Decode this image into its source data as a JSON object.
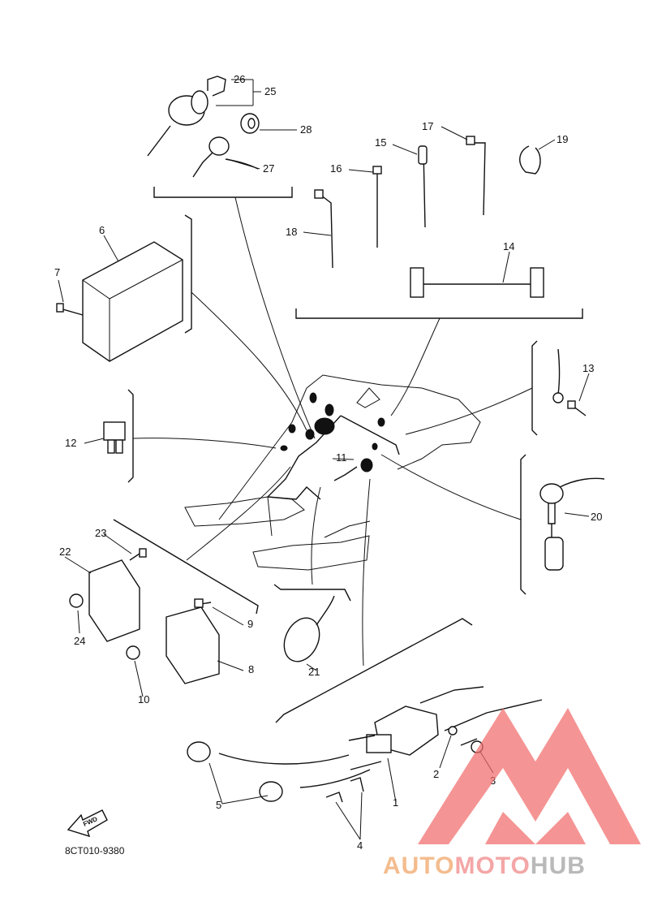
{
  "diagram": {
    "callouts": [
      "1",
      "2",
      "3",
      "4",
      "5",
      "6",
      "7",
      "8",
      "9",
      "10",
      "11",
      "12",
      "13",
      "14",
      "15",
      "16",
      "17",
      "18",
      "19",
      "20",
      "21",
      "22",
      "23",
      "24",
      "25",
      "26",
      "27",
      "28"
    ],
    "fwd_label": "FWD",
    "drawing_code": "8CT010-9380"
  },
  "watermark": {
    "part1": "AUTO",
    "part2": "MOTO",
    "part3": "HUB",
    "colors": {
      "auto": "#f4bc8e",
      "moto": "#f4a6a6",
      "hub": "#b9b9b9",
      "triangle": "#f26b6b"
    }
  }
}
